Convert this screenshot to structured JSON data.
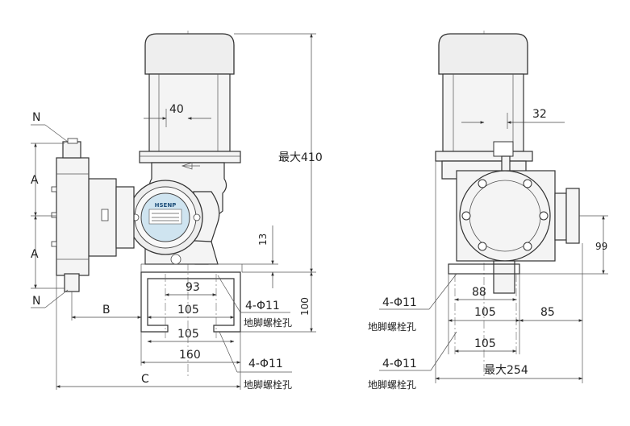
{
  "left_view": {
    "label_N_top": "N",
    "label_N_bottom": "N",
    "label_A_upper": "A",
    "label_A_lower": "A",
    "dim_motor_offset": "40",
    "dim_max_height": "最大410",
    "dim_13": "13",
    "dim_93": "93",
    "dim_105_upper": "105",
    "dim_105_lower": "105",
    "dim_160": "160",
    "dim_100": "100",
    "dim_B": "B",
    "dim_C": "C",
    "hole_spec_1": "4-Φ11",
    "hole_name_1": "地脚螺栓孔",
    "hole_spec_2": "4-Φ11",
    "hole_name_2": "地脚螺栓孔",
    "nameplate_brand": "HSENP"
  },
  "right_view": {
    "dim_32": "32",
    "dim_99": "99",
    "dim_88": "88",
    "dim_105_upper": "105",
    "dim_85": "85",
    "dim_105_lower": "105",
    "dim_max_width": "最大254",
    "hole_spec_1": "4-Φ11",
    "hole_name_1": "地脚螺栓孔",
    "hole_spec_2": "4-Φ11",
    "hole_name_2": "地脚螺栓孔"
  }
}
